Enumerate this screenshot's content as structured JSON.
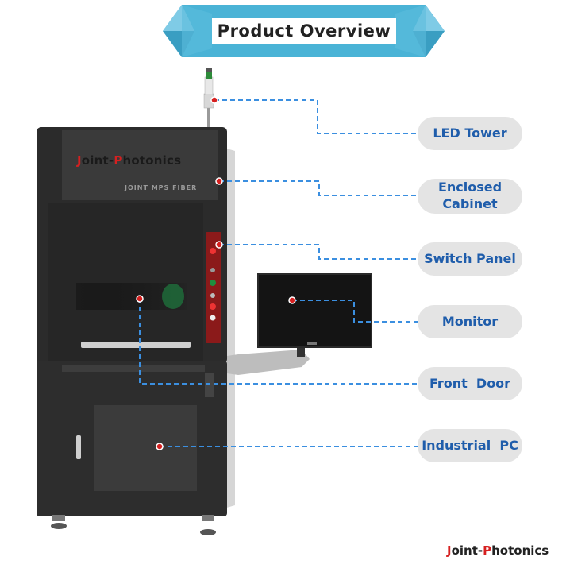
{
  "header": {
    "title": "Product  Overview"
  },
  "labels": {
    "led_tower": "LED Tower",
    "enclosed_cabinet_line1": "Enclosed",
    "enclosed_cabinet_line2": "Cabinet",
    "switch_panel": "Switch Panel",
    "monitor": "Monitor",
    "front_door": "Front  Door",
    "industrial_pc": "Industrial  PC"
  },
  "machine": {
    "brand_j": "J",
    "brand_mid": "oint-",
    "brand_p": "P",
    "brand_end": "hotonics",
    "model": "JOINT MPS FIBER"
  },
  "footer": {
    "brand_j": "J",
    "brand_mid": "oint-",
    "brand_p": "P",
    "brand_end": "hotonics"
  },
  "colors": {
    "title_banner": "#4ab3d6",
    "label_text": "#1f5dab",
    "label_bg": "#e4e4e4",
    "callout_line": "#3b8fe0",
    "brand_red": "#d62020"
  }
}
